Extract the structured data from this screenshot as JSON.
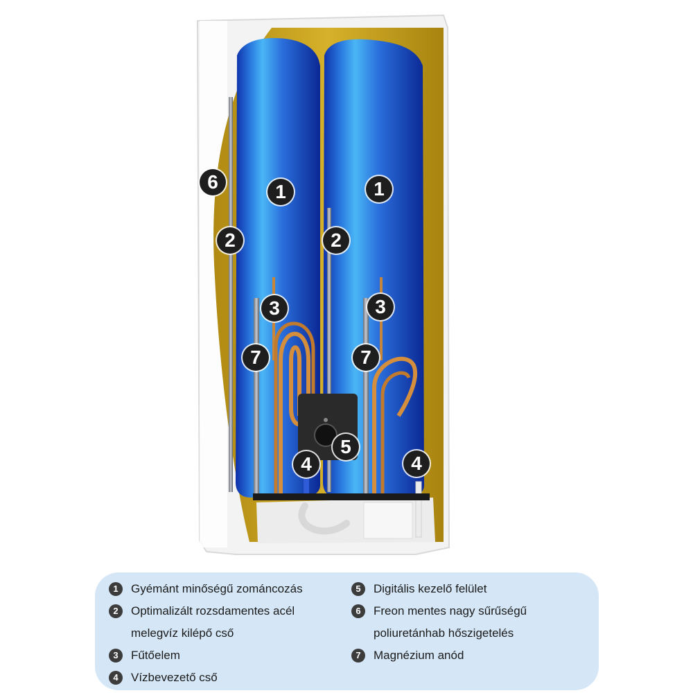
{
  "colors": {
    "tank_blue": "#1e4fd0",
    "tank_highlight": "#3aa7f0",
    "insulation": "#c9a21c",
    "casing": "#f4f4f4",
    "legend_bg": "#d5e7f7",
    "badge": "#1e1e1e",
    "copper": "#d08a3a"
  },
  "callouts": {
    "c1": "1",
    "c2": "2",
    "c3": "3",
    "c4": "4",
    "c5": "5",
    "c6": "6",
    "c7": "7"
  },
  "legend": {
    "left": [
      {
        "num": "1",
        "lines": [
          "Gyémánt minőségű zománcozás"
        ]
      },
      {
        "num": "2",
        "lines": [
          "Optimalizált rozsdamentes acél",
          "melegvíz kilépő cső"
        ]
      },
      {
        "num": "3",
        "lines": [
          "Fűtőelem"
        ]
      },
      {
        "num": "4",
        "lines": [
          "Vízbevezető cső"
        ]
      }
    ],
    "right": [
      {
        "num": "5",
        "lines": [
          "Digitális kezelő felület"
        ]
      },
      {
        "num": "6",
        "lines": [
          "Freon mentes nagy sűrűségű",
          "poliuretánhab hőszigetelés"
        ]
      },
      {
        "num": "7",
        "lines": [
          "Magnézium anód"
        ]
      }
    ]
  }
}
